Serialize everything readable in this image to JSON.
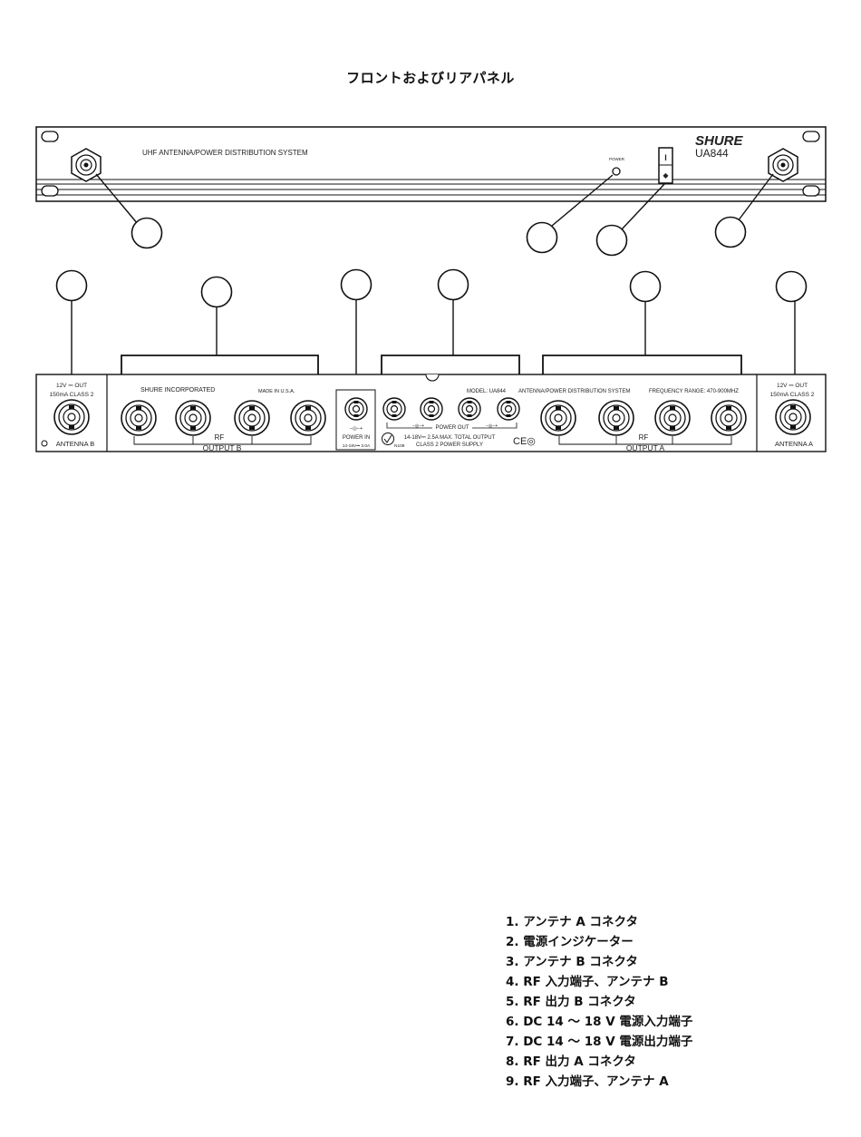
{
  "page_title": "フロントおよびリアパネル",
  "front_panel": {
    "system_label": "UHF ANTENNA/POWER DISTRIBUTION SYSTEM",
    "brand": "SHURE",
    "model": "UA844",
    "power_led_label": "POWER",
    "switch_on_symbol": "I",
    "switch_off_symbol": "◆"
  },
  "rear_panel": {
    "antenna_b": {
      "rating_line1": "12V ⎓ OUT",
      "rating_line2": "150mA CLASS 2",
      "label": "ANTENNA B"
    },
    "output_b": {
      "maker": "SHURE  INCORPORATED",
      "origin": "MADE IN U.S.A.",
      "rf_label": "RF",
      "label": "OUTPUT  B"
    },
    "power_in": {
      "symbol": "−◎−+",
      "label": "POWER  IN",
      "rating": "14-18V⎓ 3.0A"
    },
    "power_out": {
      "model": "MODEL: UA844",
      "label": "POWER  OUT",
      "rating_line1": "14-18V⎓ 2.5A MAX. TOTAL OUTPUT",
      "rating_line2": "CLASS 2 POWER SUPPLY",
      "cert_code": "N108",
      "ce_mark": "CE◎"
    },
    "output_a": {
      "system": "ANTENNA/POWER DISTRIBUTION SYSTEM",
      "frequency": "FREQUENCY RANGE: 470-900MHZ",
      "rf_label": "RF",
      "label": "OUTPUT  A"
    },
    "antenna_a": {
      "rating_line1": "12V ⎓ OUT",
      "rating_line2": "150mA CLASS 2",
      "label": "ANTENNA A"
    }
  },
  "legend": [
    "1. アンテナ A コネクタ",
    "2. 電源インジケーター",
    "3. アンテナ B コネクタ",
    "4. RF 入力端子、アンテナ B",
    "5. RF 出力 B コネクタ",
    "6. DC 14 ～ 18 V  電源入力端子",
    "7. DC 14 ～ 18 V  電源出力端子",
    "8. RF 出力 A コネクタ",
    "9. RF 入力端子、アンテナ A"
  ]
}
